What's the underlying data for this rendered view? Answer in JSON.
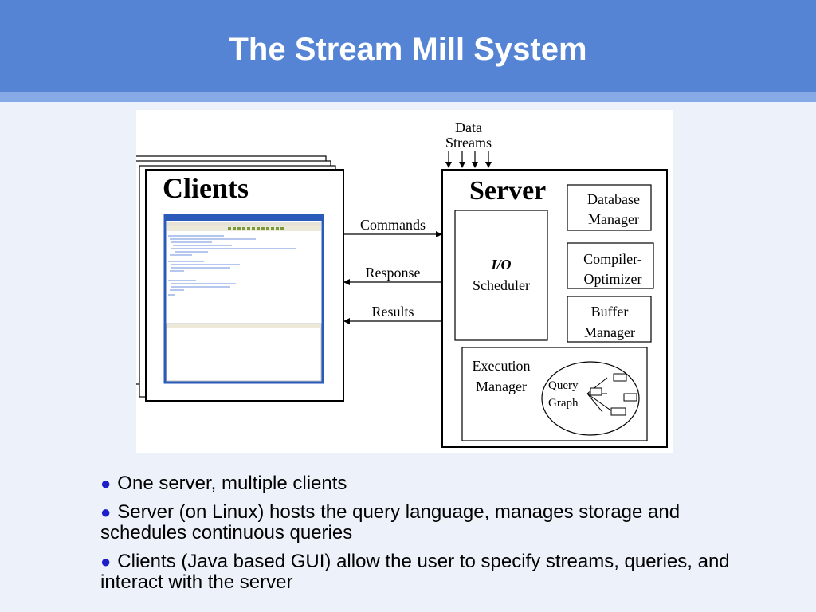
{
  "slide": {
    "title": "The Stream Mill System"
  },
  "diagram": {
    "data_streams_line1": "Data",
    "data_streams_line2": "Streams",
    "clients_title": "Clients",
    "server_title": "Server",
    "arrows": {
      "commands": "Commands",
      "response": "Response",
      "results": "Results"
    },
    "io_scheduler_line1": "I/O",
    "io_scheduler_line2": "Scheduler",
    "database_manager_line1": "Database",
    "database_manager_line2": "Manager",
    "compiler_optimizer_line1": "Compiler-",
    "compiler_optimizer_line2": "Optimizer",
    "buffer_manager_line1": "Buffer",
    "buffer_manager_line2": "Manager",
    "execution_manager_line1": "Execution",
    "execution_manager_line2": "Manager",
    "query_graph_line1": "Query",
    "query_graph_line2": "Graph"
  },
  "bullets": [
    "One server, multiple clients",
    "Server (on Linux) hosts the query language, manages storage and schedules continuous queries",
    "Clients (Java based GUI) allow the user to specify streams, queries, and interact with the server"
  ]
}
